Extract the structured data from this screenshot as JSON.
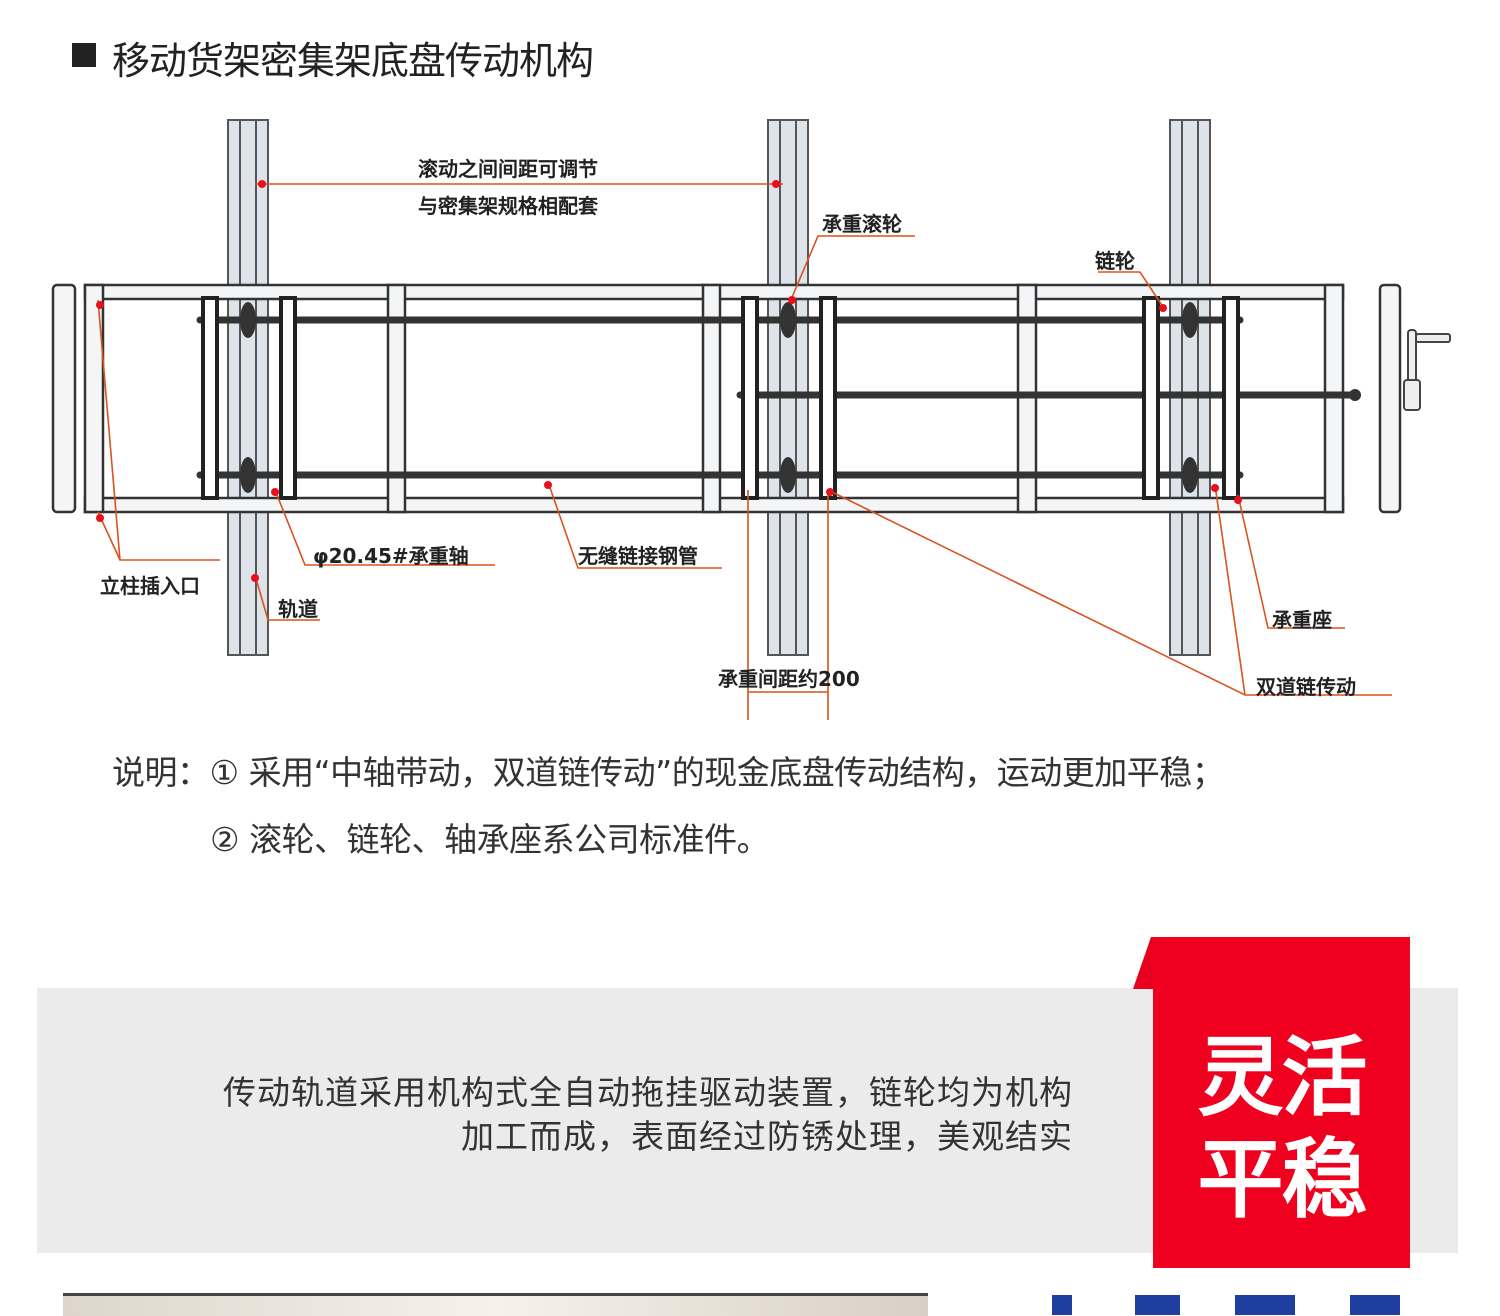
{
  "title": "移动货架密集架底盘传动机构",
  "diagram": {
    "labels": {
      "spacing_line1": "滚动之间间距可调节",
      "spacing_line2": "与密集架规格相配套",
      "load_roller": "承重滚轮",
      "sprocket": "链轮",
      "shaft": "φ20.45#承重轴",
      "seamless_tube": "无缝链接钢管",
      "column_inlet": "立柱插入口",
      "track": "轨道",
      "load_spacing": "承重间距约200",
      "bearing_seat": "承重座",
      "double_chain": "双道链传动"
    },
    "colors": {
      "leader": "#d9531e",
      "arrow": "#e8101c",
      "frame": "#333333"
    }
  },
  "description": {
    "line1": "说明：① 采用“中轴带动，双道链传动”的现金底盘传动结构，运动更加平稳；",
    "line2": "② 滚轮、链轮、轴承座系公司标准件。"
  },
  "feature": {
    "text_line1": "传动轨道采用机构式全自动拖挂驱动装置，链轮均为机构",
    "text_line2": "加工而成，表面经过防锈处理，美观结实",
    "badge_line1": "灵活",
    "badge_line2": "平稳",
    "badge_color": "#f0001f"
  }
}
